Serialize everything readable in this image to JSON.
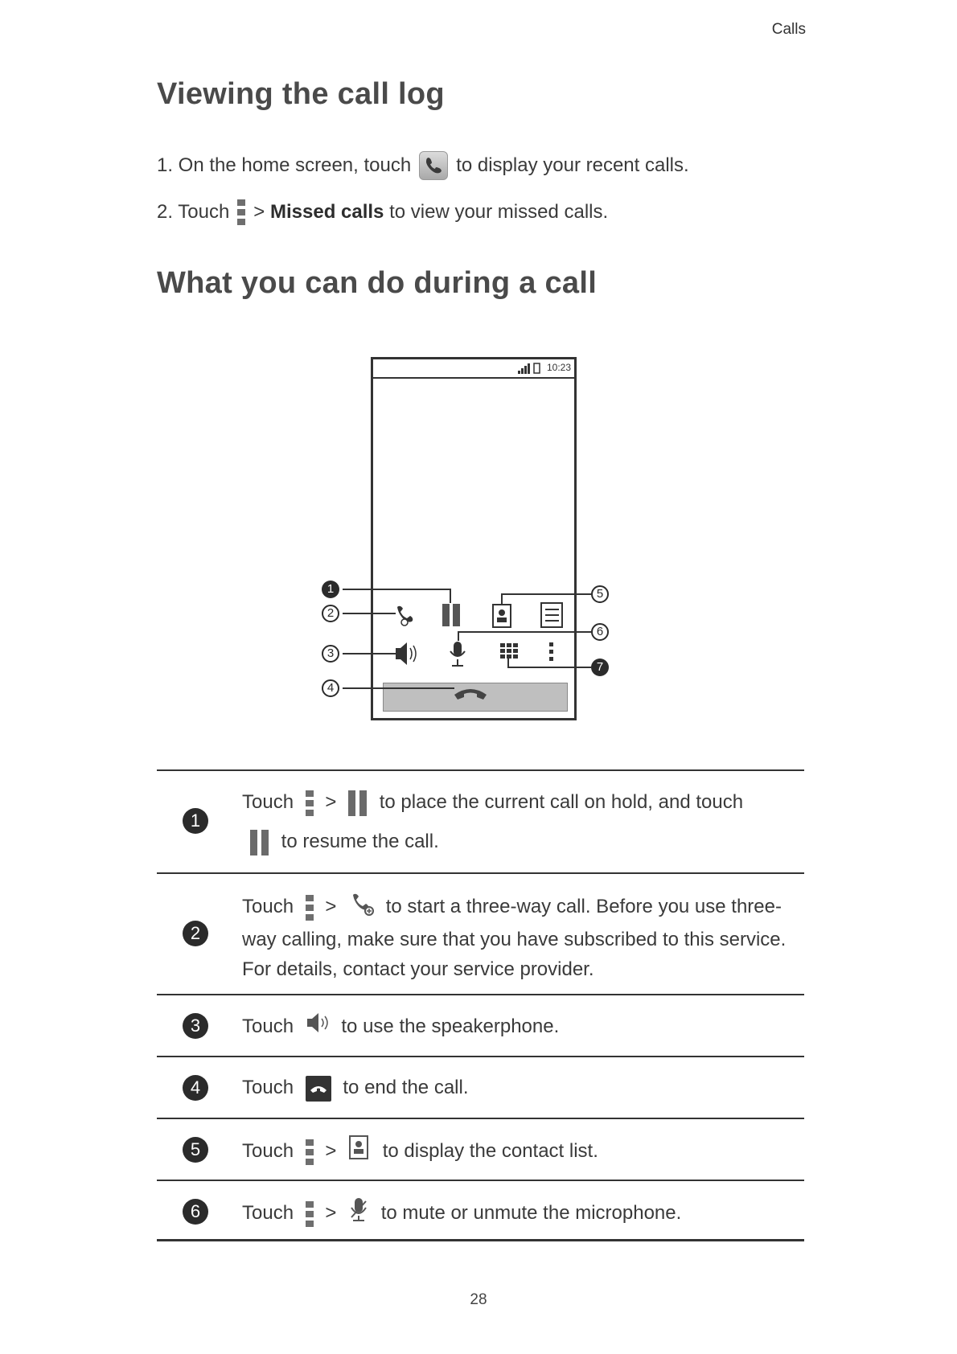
{
  "header": {
    "section_label": "Calls"
  },
  "call_log": {
    "title": "Viewing the call log",
    "step1": {
      "prefix": "1. On the home screen, touch",
      "suffix": "to display your recent calls.",
      "icon": "phone-app-icon"
    },
    "step2": {
      "prefix": "2. Touch",
      "sep": ">",
      "bold": "Missed calls",
      "suffix": "to view your missed calls.",
      "icon": "menu-icon"
    }
  },
  "during_call": {
    "title": "What you can do during a call",
    "diagram": {
      "status_time": "10:23",
      "callouts": [
        "1",
        "2",
        "3",
        "4",
        "5",
        "6",
        "7"
      ]
    },
    "rows": [
      {
        "num": "1",
        "touch": "Touch",
        "sep": ">",
        "text_a": "to place the current call on hold, and touch",
        "text_b": "to resume the call."
      },
      {
        "num": "2",
        "touch": "Touch",
        "sep": ">",
        "text_a": "to start a three-way call. Before you use three-",
        "text_b": "way calling, make sure that you have subscribed to this service.",
        "text_c": "For details, contact your service provider."
      },
      {
        "num": "3",
        "touch": "Touch",
        "text_a": "to use the speakerphone."
      },
      {
        "num": "4",
        "touch": "Touch",
        "text_a": "to end the call."
      },
      {
        "num": "5",
        "touch": "Touch",
        "sep": ">",
        "text_a": "to display the contact list."
      },
      {
        "num": "6",
        "touch": "Touch",
        "sep": ">",
        "text_a": "to mute or unmute the microphone."
      }
    ]
  },
  "footer": {
    "page_number": "28"
  }
}
